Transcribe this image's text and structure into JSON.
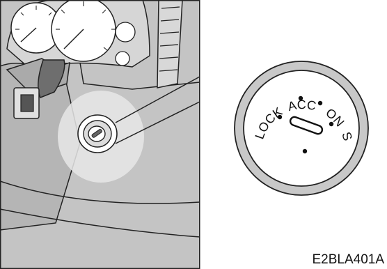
{
  "figure_code": "E2BLA401A",
  "ignition_switch": {
    "positions": [
      "LOCK",
      "ACC",
      "ON",
      "START"
    ]
  }
}
